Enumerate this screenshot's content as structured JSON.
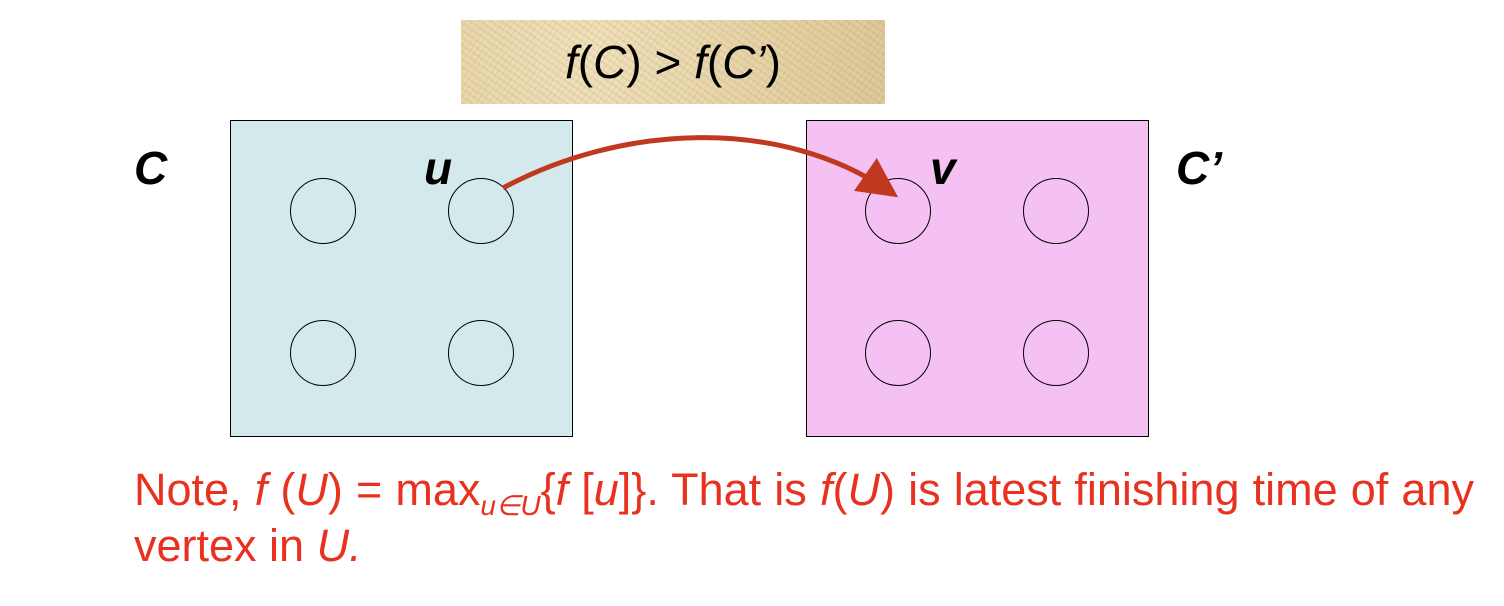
{
  "banner": {
    "f1": "f",
    "c1": "(",
    "v1": "C",
    "c2": ") > ",
    "f2": "f",
    "c3": "(",
    "v2": "C’",
    "c4": ")"
  },
  "components": {
    "left_label": "C",
    "right_label": "C’",
    "left_color": "#d4e9ec",
    "right_color": "#f4c1f2"
  },
  "vertices": {
    "u_label": "u",
    "v_label": "v"
  },
  "edge": {
    "color": "#c0391f"
  },
  "note": {
    "p1": "Note, ",
    "f1": "f",
    "p2": " (",
    "U1": "U",
    "p3": ") = max",
    "sub": "u∈U",
    "p4": "{",
    "f2": "f",
    "p5": " [",
    "u1": "u",
    "p6": "]}. That is ",
    "f3": "f",
    "p7": "(",
    "U2": "U",
    "p8": ") is latest finishing time of any vertex in ",
    "U3": "U.",
    "color": "#e8311f"
  }
}
